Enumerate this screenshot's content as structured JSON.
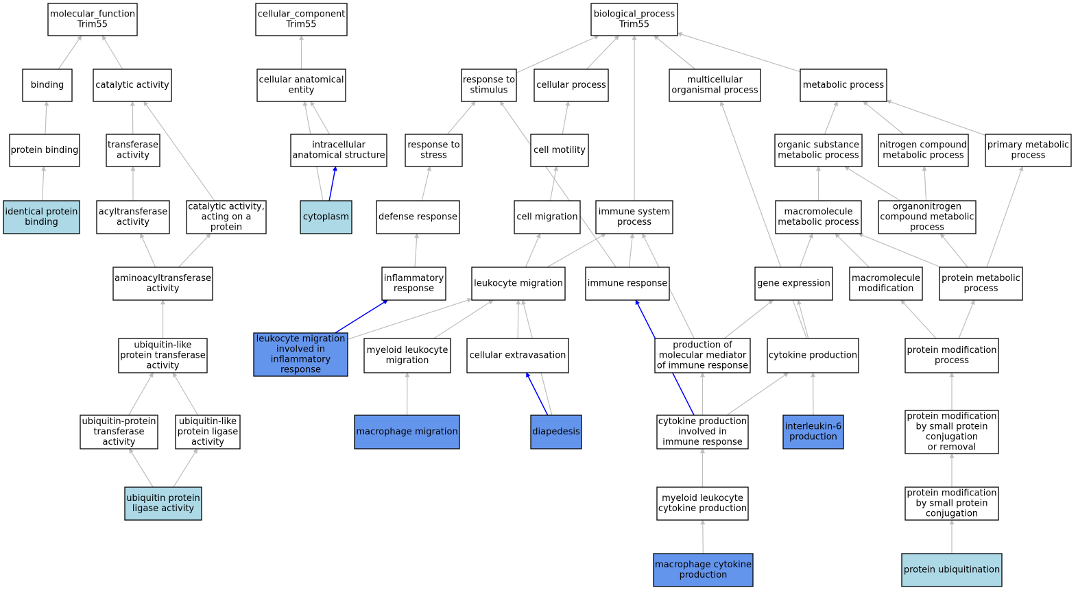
{
  "colors": {
    "default_fill": "#ffffff",
    "annotated_fill": "#add8e6",
    "highlight_fill": "#6495ed",
    "edge_default": "#bebebe",
    "edge_highlight": "#0000ff"
  },
  "nodes": [
    {
      "id": "mf",
      "lines": [
        "molecular_function",
        "Trim55"
      ],
      "fill": "white"
    },
    {
      "id": "binding",
      "lines": [
        "binding"
      ],
      "fill": "white"
    },
    {
      "id": "cat",
      "lines": [
        "catalytic activity"
      ],
      "fill": "white"
    },
    {
      "id": "protbind",
      "lines": [
        "protein binding"
      ],
      "fill": "white"
    },
    {
      "id": "transf",
      "lines": [
        "transferase",
        "activity"
      ],
      "fill": "white"
    },
    {
      "id": "idprot",
      "lines": [
        "identical protein",
        "binding"
      ],
      "fill": "lightblue"
    },
    {
      "id": "acyl",
      "lines": [
        "acyltransferase",
        "activity"
      ],
      "fill": "white"
    },
    {
      "id": "catprot",
      "lines": [
        "catalytic activity,",
        "acting on a",
        "protein"
      ],
      "fill": "white"
    },
    {
      "id": "aminoacyl",
      "lines": [
        "aminoacyltransferase",
        "activity"
      ],
      "fill": "white"
    },
    {
      "id": "ubqtrans",
      "lines": [
        "ubiquitin-like",
        "protein transferase",
        "activity"
      ],
      "fill": "white"
    },
    {
      "id": "ubqprottrans",
      "lines": [
        "ubiquitin-protein",
        "transferase",
        "activity"
      ],
      "fill": "white"
    },
    {
      "id": "ubqlig",
      "lines": [
        "ubiquitin-like",
        "protein ligase",
        "activity"
      ],
      "fill": "white"
    },
    {
      "id": "ubqprotlig",
      "lines": [
        "ubiquitin protein",
        "ligase activity"
      ],
      "fill": "lightblue"
    },
    {
      "id": "cc",
      "lines": [
        "cellular_component",
        "Trim55"
      ],
      "fill": "white"
    },
    {
      "id": "cae",
      "lines": [
        "cellular anatomical",
        "entity"
      ],
      "fill": "white"
    },
    {
      "id": "ias",
      "lines": [
        "intracellular",
        "anatomical structure"
      ],
      "fill": "white"
    },
    {
      "id": "cyto",
      "lines": [
        "cytoplasm"
      ],
      "fill": "lightblue"
    },
    {
      "id": "bp",
      "lines": [
        "biological_process",
        "Trim55"
      ],
      "fill": "white"
    },
    {
      "id": "rts",
      "lines": [
        "response to",
        "stimulus"
      ],
      "fill": "white"
    },
    {
      "id": "cellproc",
      "lines": [
        "cellular process"
      ],
      "fill": "white"
    },
    {
      "id": "multi",
      "lines": [
        "multicellular",
        "organismal process"
      ],
      "fill": "white"
    },
    {
      "id": "metab",
      "lines": [
        "metabolic process"
      ],
      "fill": "white"
    },
    {
      "id": "rtstress",
      "lines": [
        "response to",
        "stress"
      ],
      "fill": "white"
    },
    {
      "id": "motility",
      "lines": [
        "cell motility"
      ],
      "fill": "white"
    },
    {
      "id": "orgsub",
      "lines": [
        "organic substance",
        "metabolic process"
      ],
      "fill": "white"
    },
    {
      "id": "nitro",
      "lines": [
        "nitrogen compound",
        "metabolic process"
      ],
      "fill": "white"
    },
    {
      "id": "primary",
      "lines": [
        "primary metabolic",
        "process"
      ],
      "fill": "white"
    },
    {
      "id": "defense",
      "lines": [
        "defense response"
      ],
      "fill": "white"
    },
    {
      "id": "migration",
      "lines": [
        "cell migration"
      ],
      "fill": "white"
    },
    {
      "id": "immsys",
      "lines": [
        "immune system",
        "process"
      ],
      "fill": "white"
    },
    {
      "id": "macromet",
      "lines": [
        "macromolecule",
        "metabolic process"
      ],
      "fill": "white"
    },
    {
      "id": "orgnitro",
      "lines": [
        "organonitrogen",
        "compound metabolic",
        "process"
      ],
      "fill": "white"
    },
    {
      "id": "inflam",
      "lines": [
        "inflammatory",
        "response"
      ],
      "fill": "white"
    },
    {
      "id": "leukmig",
      "lines": [
        "leukocyte migration"
      ],
      "fill": "white"
    },
    {
      "id": "immresp",
      "lines": [
        "immune response"
      ],
      "fill": "white"
    },
    {
      "id": "geneexp",
      "lines": [
        "gene expression"
      ],
      "fill": "white"
    },
    {
      "id": "macromod",
      "lines": [
        "macromolecule",
        "modification"
      ],
      "fill": "white"
    },
    {
      "id": "protmet",
      "lines": [
        "protein metabolic",
        "process"
      ],
      "fill": "white"
    },
    {
      "id": "leukinfl",
      "lines": [
        "leukocyte migration",
        "involved in",
        "inflammatory",
        "response"
      ],
      "fill": "cornflower"
    },
    {
      "id": "myeloidmig",
      "lines": [
        "myeloid leukocyte",
        "migration"
      ],
      "fill": "white"
    },
    {
      "id": "extrav",
      "lines": [
        "cellular extravasation"
      ],
      "fill": "white"
    },
    {
      "id": "prodmed",
      "lines": [
        "production of",
        "molecular mediator",
        "of immune response"
      ],
      "fill": "white"
    },
    {
      "id": "cytoprod",
      "lines": [
        "cytokine production"
      ],
      "fill": "white"
    },
    {
      "id": "protmod",
      "lines": [
        "protein modification",
        "process"
      ],
      "fill": "white"
    },
    {
      "id": "macmig",
      "lines": [
        "macrophage migration"
      ],
      "fill": "cornflower"
    },
    {
      "id": "diaped",
      "lines": [
        "diapedesis"
      ],
      "fill": "cornflower"
    },
    {
      "id": "cytoimm",
      "lines": [
        "cytokine production",
        "involved in",
        "immune response"
      ],
      "fill": "white"
    },
    {
      "id": "il6",
      "lines": [
        "interleukin-6",
        "production"
      ],
      "fill": "cornflower"
    },
    {
      "id": "protmodsmall",
      "lines": [
        "protein modification",
        "by small protein",
        "conjugation",
        "or removal"
      ],
      "fill": "white"
    },
    {
      "id": "myeloidcyto",
      "lines": [
        "myeloid leukocyte",
        "cytokine production"
      ],
      "fill": "white"
    },
    {
      "id": "protmodconj",
      "lines": [
        "protein modification",
        "by small protein",
        "conjugation"
      ],
      "fill": "white"
    },
    {
      "id": "maccyto",
      "lines": [
        "macrophage cytokine",
        "production"
      ],
      "fill": "cornflower"
    },
    {
      "id": "protubq",
      "lines": [
        "protein ubiquitination"
      ],
      "fill": "lightblue"
    }
  ],
  "edges": [
    {
      "from": "binding",
      "to": "mf"
    },
    {
      "from": "cat",
      "to": "mf"
    },
    {
      "from": "protbind",
      "to": "binding"
    },
    {
      "from": "transf",
      "to": "cat"
    },
    {
      "from": "catprot",
      "to": "cat"
    },
    {
      "from": "idprot",
      "to": "protbind"
    },
    {
      "from": "acyl",
      "to": "transf"
    },
    {
      "from": "aminoacyl",
      "to": "acyl"
    },
    {
      "from": "aminoacyl",
      "to": "catprot"
    },
    {
      "from": "ubqtrans",
      "to": "aminoacyl"
    },
    {
      "from": "ubqprottrans",
      "to": "ubqtrans"
    },
    {
      "from": "ubqlig",
      "to": "ubqtrans"
    },
    {
      "from": "ubqprotlig",
      "to": "ubqprottrans"
    },
    {
      "from": "ubqprotlig",
      "to": "ubqlig"
    },
    {
      "from": "cae",
      "to": "cc"
    },
    {
      "from": "ias",
      "to": "cae"
    },
    {
      "from": "cyto",
      "to": "cae"
    },
    {
      "from": "cyto",
      "to": "ias",
      "highlight": true
    },
    {
      "from": "rts",
      "to": "bp"
    },
    {
      "from": "cellproc",
      "to": "bp"
    },
    {
      "from": "immsys",
      "to": "bp"
    },
    {
      "from": "multi",
      "to": "bp"
    },
    {
      "from": "metab",
      "to": "bp"
    },
    {
      "from": "rtstress",
      "to": "rts"
    },
    {
      "from": "immresp",
      "to": "rts"
    },
    {
      "from": "motility",
      "to": "cellproc"
    },
    {
      "from": "migration",
      "to": "motility"
    },
    {
      "from": "defense",
      "to": "rtstress"
    },
    {
      "from": "inflam",
      "to": "defense"
    },
    {
      "from": "leukmig",
      "to": "migration"
    },
    {
      "from": "leukmig",
      "to": "immsys"
    },
    {
      "from": "immresp",
      "to": "immsys"
    },
    {
      "from": "prodmed",
      "to": "immsys"
    },
    {
      "from": "cytoprod",
      "to": "multi"
    },
    {
      "from": "orgsub",
      "to": "metab"
    },
    {
      "from": "nitro",
      "to": "metab"
    },
    {
      "from": "primary",
      "to": "metab"
    },
    {
      "from": "macromet",
      "to": "orgsub"
    },
    {
      "from": "orgnitro",
      "to": "orgsub"
    },
    {
      "from": "orgnitro",
      "to": "nitro"
    },
    {
      "from": "protmet",
      "to": "primary"
    },
    {
      "from": "geneexp",
      "to": "macromet"
    },
    {
      "from": "macromod",
      "to": "macromet"
    },
    {
      "from": "protmet",
      "to": "macromet"
    },
    {
      "from": "protmet",
      "to": "orgnitro"
    },
    {
      "from": "leukinfl",
      "to": "inflam",
      "highlight": true
    },
    {
      "from": "leukinfl",
      "to": "leukmig"
    },
    {
      "from": "myeloidmig",
      "to": "leukmig"
    },
    {
      "from": "extrav",
      "to": "leukmig"
    },
    {
      "from": "diaped",
      "to": "leukmig"
    },
    {
      "from": "macmig",
      "to": "myeloidmig"
    },
    {
      "from": "diaped",
      "to": "extrav",
      "highlight": true
    },
    {
      "from": "cytoimm",
      "to": "immresp",
      "highlight": true
    },
    {
      "from": "prodmed",
      "to": "geneexp"
    },
    {
      "from": "cytoprod",
      "to": "geneexp"
    },
    {
      "from": "cytoimm",
      "to": "prodmed"
    },
    {
      "from": "cytoimm",
      "to": "cytoprod"
    },
    {
      "from": "il6",
      "to": "cytoprod"
    },
    {
      "from": "protmod",
      "to": "macromod"
    },
    {
      "from": "protmod",
      "to": "protmet"
    },
    {
      "from": "protmodsmall",
      "to": "protmod"
    },
    {
      "from": "protmodconj",
      "to": "protmodsmall"
    },
    {
      "from": "protubq",
      "to": "protmodconj"
    },
    {
      "from": "myeloidcyto",
      "to": "cytoimm"
    },
    {
      "from": "maccyto",
      "to": "myeloidcyto"
    }
  ]
}
